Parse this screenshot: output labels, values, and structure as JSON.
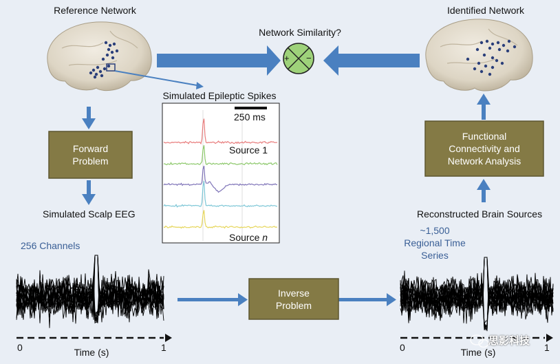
{
  "reference_network": {
    "title": "Reference Network"
  },
  "identified_network": {
    "title": "Identified Network"
  },
  "similarity": {
    "label": "Network Similarity?",
    "plus": "+",
    "minus": "−"
  },
  "spikes_panel": {
    "title": "Simulated Epileptic Spikes",
    "scale_label": "250 ms",
    "source_first": "Source 1",
    "source_last_prefix": "Source ",
    "source_last_var": "n",
    "trace_colors": [
      "#e87c7c",
      "#8cc86a",
      "#7f74b8",
      "#7cc6d6",
      "#e6d65a"
    ]
  },
  "boxes": {
    "forward": "Forward\nProblem",
    "functional": "Functional\nConnectivity and\nNetwork Analysis",
    "inverse": "Inverse\nProblem"
  },
  "left_eeg": {
    "title": "Simulated Scalp EEG",
    "channels": "256 Channels",
    "axis_start": "0",
    "axis_end": "1",
    "axis_label": "Time (s)"
  },
  "right_eeg": {
    "title": "Reconstructed Brain Sources",
    "count": "~1,500",
    "desc_line1": "Regional Time",
    "desc_line2": "Series",
    "axis_start": "0",
    "axis_end": "1",
    "axis_label": "Time (s)"
  },
  "watermark": "思影科技",
  "colors": {
    "arrow": "#4a80c0",
    "box_fill": "#847a45",
    "box_border": "#5d5630",
    "label_blue": "#3a5f96",
    "brain": "#e3ddd0",
    "node": "#2b3f7a"
  }
}
